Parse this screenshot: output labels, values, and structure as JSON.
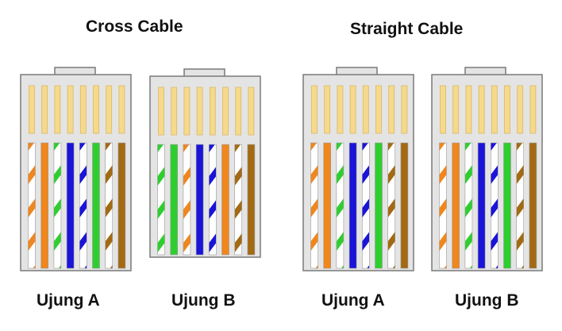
{
  "titles": {
    "cross": "Cross Cable",
    "straight": "Straight Cable"
  },
  "colors": {
    "connector_body": "#e4e4e4",
    "connector_outline": "#7a7a7a",
    "pin": "#f6d98a",
    "wire_white": "#ffffff",
    "orange": "#f0861c",
    "green": "#2fce2f",
    "blue": "#1a14d8",
    "brown": "#a36a14"
  },
  "connectors": [
    {
      "group": "cross",
      "label": "Ujung A",
      "wires": [
        {
          "color": "orange",
          "striped": true
        },
        {
          "color": "orange",
          "striped": false
        },
        {
          "color": "green",
          "striped": true
        },
        {
          "color": "blue",
          "striped": false
        },
        {
          "color": "blue",
          "striped": true
        },
        {
          "color": "green",
          "striped": false
        },
        {
          "color": "brown",
          "striped": true
        },
        {
          "color": "brown",
          "striped": false
        }
      ]
    },
    {
      "group": "cross",
      "label": "Ujung B",
      "wires": [
        {
          "color": "green",
          "striped": true
        },
        {
          "color": "green",
          "striped": false
        },
        {
          "color": "orange",
          "striped": true
        },
        {
          "color": "blue",
          "striped": false
        },
        {
          "color": "blue",
          "striped": true
        },
        {
          "color": "orange",
          "striped": false
        },
        {
          "color": "brown",
          "striped": true
        },
        {
          "color": "brown",
          "striped": false
        }
      ]
    },
    {
      "group": "straight",
      "label": "Ujung A",
      "wires": [
        {
          "color": "orange",
          "striped": true
        },
        {
          "color": "orange",
          "striped": false
        },
        {
          "color": "green",
          "striped": true
        },
        {
          "color": "blue",
          "striped": false
        },
        {
          "color": "blue",
          "striped": true
        },
        {
          "color": "green",
          "striped": false
        },
        {
          "color": "brown",
          "striped": true
        },
        {
          "color": "brown",
          "striped": false
        }
      ]
    },
    {
      "group": "straight",
      "label": "Ujung B",
      "wires": [
        {
          "color": "orange",
          "striped": true
        },
        {
          "color": "orange",
          "striped": false
        },
        {
          "color": "green",
          "striped": true
        },
        {
          "color": "blue",
          "striped": false
        },
        {
          "color": "blue",
          "striped": true
        },
        {
          "color": "green",
          "striped": false
        },
        {
          "color": "brown",
          "striped": true
        },
        {
          "color": "brown",
          "striped": false
        }
      ]
    }
  ]
}
